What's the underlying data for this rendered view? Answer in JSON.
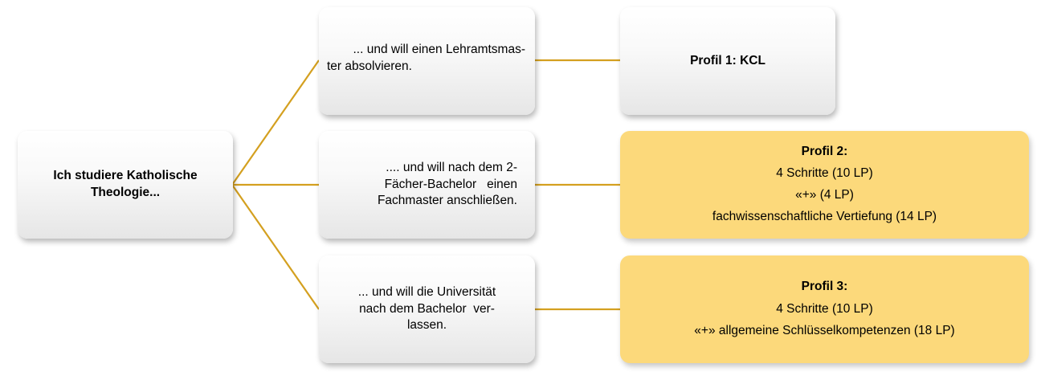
{
  "root": {
    "line1": "Ich studiere Katholische",
    "line2": "Theologie..."
  },
  "middle": [
    {
      "lines": [
        "... und will einen  Lehramtsmas-",
        "ter absolvieren."
      ]
    },
    {
      "lines": [
        ".... und will nach dem 2-",
        "Fächer-Bachelor   einen",
        "Fachmaster anschließen."
      ]
    },
    {
      "lines": [
        "... und will die Universität",
        "nach dem Bachelor  ver-",
        "lassen."
      ]
    }
  ],
  "profiles": [
    {
      "title": "Profil 1: KCL",
      "lines": []
    },
    {
      "title": "Profil 2:",
      "lines": [
        "4 Schritte (10 LP)",
        "«+» (4 LP)",
        "fachwissenschaftliche Vertiefung (14 LP)"
      ]
    },
    {
      "title": "Profil 3:",
      "lines": [
        "4 Schritte (10 LP)",
        "«+» allgemeine Schlüsselkompetenzen (18 LP)"
      ]
    }
  ],
  "colors": {
    "connector": "#d4a020",
    "highlight": "#fcd97b",
    "box_gray_top": "#ffffff",
    "box_gray_bottom": "#e6e6e6"
  }
}
